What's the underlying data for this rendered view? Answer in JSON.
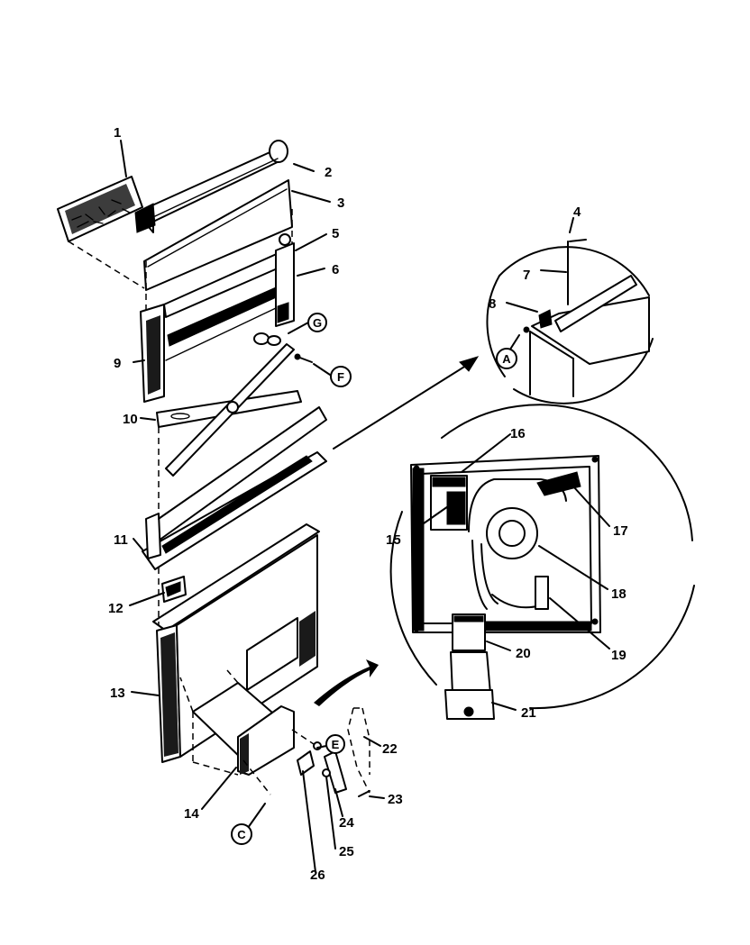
{
  "diagram": {
    "part_labels": [
      "1",
      "2",
      "3",
      "4",
      "5",
      "6",
      "7",
      "8",
      "9",
      "10",
      "11",
      "12",
      "13",
      "14",
      "15",
      "16",
      "17",
      "18",
      "19",
      "20",
      "21",
      "22",
      "23",
      "24",
      "25",
      "26"
    ],
    "reference_markers": [
      "A",
      "C",
      "E",
      "F",
      "G"
    ]
  }
}
